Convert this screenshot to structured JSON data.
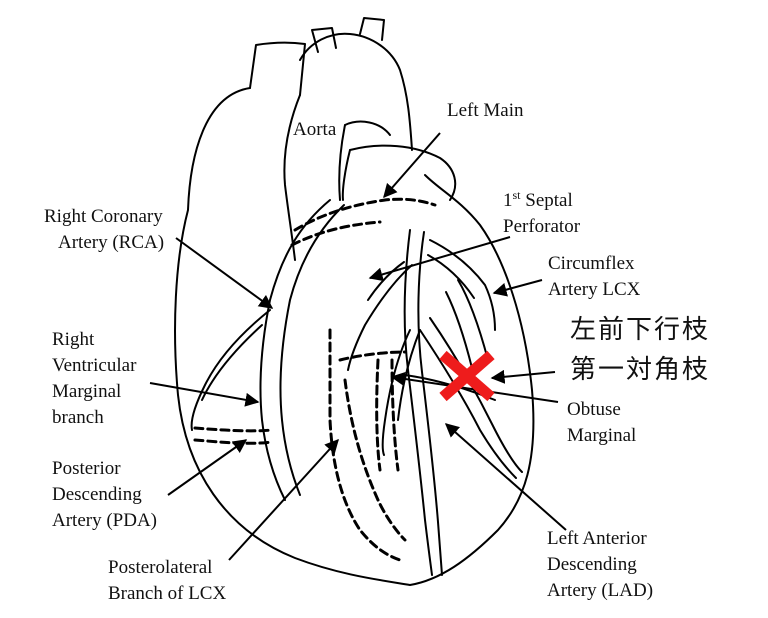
{
  "labels": {
    "aorta": "Aorta",
    "left_main": "Left Main",
    "septal_sup": "st",
    "septal_num": "1",
    "septal_line1": "Septal",
    "septal_line2": "Perforator",
    "rca_line1": "Right Coronary",
    "rca_line2": "Artery (RCA)",
    "circumflex_line1": "Circumflex",
    "circumflex_line2": "Artery LCX",
    "rv_line1": "Right",
    "rv_line2": "Ventricular",
    "rv_line3": "Marginal",
    "rv_line4": "branch",
    "pda_line1": "Posterior",
    "pda_line2": "Descending",
    "pda_line3": "Artery (PDA)",
    "pl_line1": "Posterolateral",
    "pl_line2": "Branch of LCX",
    "obtuse_line1": "Obtuse",
    "obtuse_line2": "Marginal",
    "lad_line1": "Left Anterior",
    "lad_line2": "Descending",
    "lad_line3": "Artery (LAD)"
  },
  "annotation": {
    "line1": "左前下行枝",
    "line2": "第一対角枝"
  },
  "colors": {
    "stroke": "#000000",
    "marker": "#ee1c1c"
  }
}
